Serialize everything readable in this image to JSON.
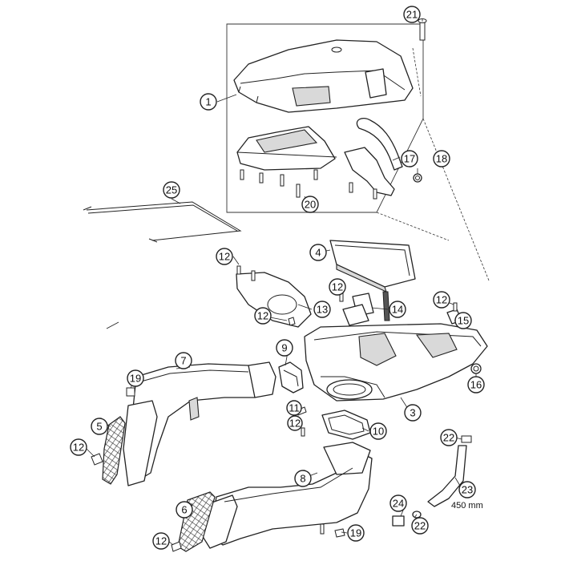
{
  "diagram": {
    "callouts": [
      {
        "id": "c1",
        "label": "1"
      },
      {
        "id": "c3",
        "label": "3"
      },
      {
        "id": "c4",
        "label": "4"
      },
      {
        "id": "c5",
        "label": "5"
      },
      {
        "id": "c6",
        "label": "6"
      },
      {
        "id": "c7",
        "label": "7"
      },
      {
        "id": "c8",
        "label": "8"
      },
      {
        "id": "c9",
        "label": "9"
      },
      {
        "id": "c10",
        "label": "10"
      },
      {
        "id": "c11",
        "label": "11"
      },
      {
        "id": "c12a",
        "label": "12"
      },
      {
        "id": "c12b",
        "label": "12"
      },
      {
        "id": "c12c",
        "label": "12"
      },
      {
        "id": "c12d",
        "label": "12"
      },
      {
        "id": "c12e",
        "label": "12"
      },
      {
        "id": "c12f",
        "label": "12"
      },
      {
        "id": "c12g",
        "label": "12"
      },
      {
        "id": "c13",
        "label": "13"
      },
      {
        "id": "c14",
        "label": "14"
      },
      {
        "id": "c15",
        "label": "15"
      },
      {
        "id": "c16",
        "label": "16"
      },
      {
        "id": "c17",
        "label": "17"
      },
      {
        "id": "c18",
        "label": "18"
      },
      {
        "id": "c19a",
        "label": "19"
      },
      {
        "id": "c19b",
        "label": "19"
      },
      {
        "id": "c20",
        "label": "20"
      },
      {
        "id": "c21",
        "label": "21"
      },
      {
        "id": "c22a",
        "label": "22"
      },
      {
        "id": "c22b",
        "label": "22"
      },
      {
        "id": "c23",
        "label": "23"
      },
      {
        "id": "c24",
        "label": "24"
      },
      {
        "id": "c25",
        "label": "25"
      }
    ],
    "hose_length_note": "450 mm"
  }
}
